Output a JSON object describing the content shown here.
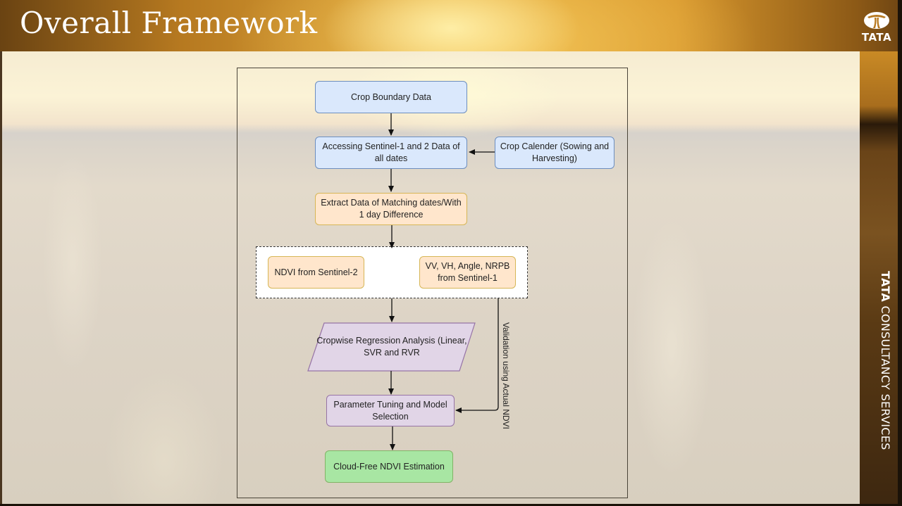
{
  "slide": {
    "title": "Overall Framework",
    "logo": {
      "icon": "tata-logo-icon",
      "wordmark": "TATA"
    },
    "vertical_brand": {
      "bold": "TATA",
      "rest": " CONSULTANCY SERVICES"
    }
  },
  "diagram": {
    "nodes": {
      "crop_boundary": "Crop Boundary Data",
      "accessing_sentinel": "Accessing Sentinel-1 and 2 Data of all dates",
      "crop_calendar": "Crop Calender (Sowing and Harvesting)",
      "extract_data": "Extract Data of Matching dates/With 1 day Difference",
      "ndvi_sentinel2": "NDVI from Sentinel-2",
      "sentinel1_features": "VV, VH, Angle, NRPB from Sentinel-1",
      "regression": "Cropwise Regression Analysis (Linear, SVR and RVR",
      "parameter_tuning": "Parameter Tuning and Model Selection",
      "cloud_free": "Cloud-Free NDVI Estimation"
    },
    "edge_labels": {
      "validation": "Validation using Actual NDVI"
    },
    "edges": [
      [
        "crop_boundary",
        "accessing_sentinel"
      ],
      [
        "crop_calendar",
        "accessing_sentinel"
      ],
      [
        "accessing_sentinel",
        "extract_data"
      ],
      [
        "extract_data",
        "input_group"
      ],
      [
        "input_group",
        "regression"
      ],
      [
        "sentinel1_features",
        "parameter_tuning",
        "validation"
      ],
      [
        "regression",
        "parameter_tuning"
      ],
      [
        "parameter_tuning",
        "cloud_free"
      ]
    ]
  }
}
